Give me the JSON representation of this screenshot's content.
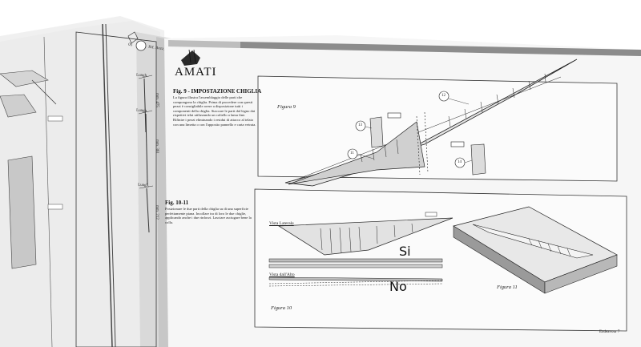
{
  "brand": {
    "name": "AMATI"
  },
  "left_page": {
    "box_number": "05",
    "box_text": "Rif. Bozz.",
    "labels": [
      "Lungh.",
      "Lungh.",
      "Lungh."
    ],
    "measures": [
      "mm. 475",
      "mm. 361",
      "mm. 212"
    ]
  },
  "fig9": {
    "heading": "Fig. 9 - IMPOSTAZIONE CHIGLIA",
    "text": "La figura illustra l'assemblaggio delle parti che compongono la chiglia. Prima di procedere con questi pezzi è consigliabile avere a disposizione tutti i componenti della chiglia. Staccare le parti dal legno dai rispettivi telai utilizzando un coltello a lama fine. Rifinire i pezzi eliminando i residui di attacco al telaio con una limetta o con l'apposito pannello e carta vetrata.",
    "caption": "Figura 9",
    "callouts": [
      "11",
      "12",
      "13",
      "14"
    ]
  },
  "fig10_11": {
    "heading": "Fig. 10-11",
    "text": "Posizionare le due parti della chiglia su di una superficie perfettamente piana. Incollare tra di loro le due chiglie, applicando anche i due rinforzi. Lasciare asciugare bene la colla.",
    "label_side": "Vista Laterale",
    "label_top": "Vista dall'Alto",
    "yes": "Si",
    "no": "No",
    "caption10": "Figura 10",
    "caption11": "Figura 11"
  },
  "footer": {
    "page": "Endeavour 7"
  }
}
